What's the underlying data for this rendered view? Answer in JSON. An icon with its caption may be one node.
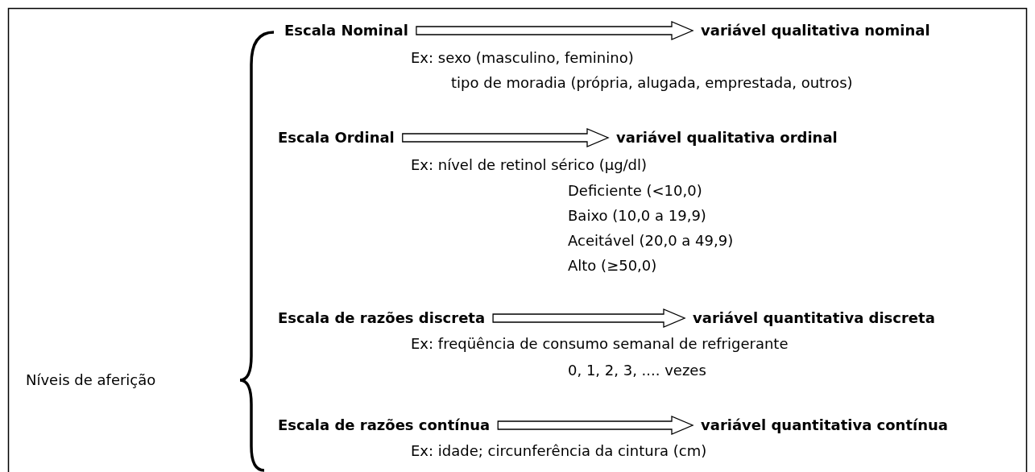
{
  "diagram": {
    "nodes": [
      {
        "text": [
          "Níveis de aferição"
        ]
      },
      {
        "text": [
          "Escala Nominal"
        ]
      },
      {
        "text": [
          "variável qualitativa nominal"
        ]
      },
      {
        "text": [
          "Escala Ordinal"
        ]
      },
      {
        "text": [
          "variável qualitativa ordinal"
        ]
      },
      {
        "text": [
          "Escala de razões discreta"
        ]
      },
      {
        "text": [
          "variável quantitativa discreta"
        ]
      },
      {
        "text": [
          "Escala de razões contínua"
        ]
      },
      {
        "text": [
          "variável quantitativa contínua"
        ]
      }
    ],
    "edges": [
      {
        "from": 1,
        "to": 2,
        "arrow": "to"
      },
      {
        "from": 3,
        "to": 4,
        "arrow": "to"
      },
      {
        "from": 5,
        "to": 6,
        "arrow": "to"
      },
      {
        "from": 7,
        "to": 8,
        "arrow": "to"
      }
    ],
    "labels": [
      "Ex: sexo (masculino, feminino)",
      "tipo de moradia (própria, alugada, emprestada, outros)",
      "Ex: nível de retinol sérico (μg/dl)",
      "Deficiente (<10,0)",
      "Baixo (10,0 a 19,9)",
      "Aceitável (20,0 a 49,9)",
      "Alto (≥50,0)",
      "Ex: freqüência de consumo semanal de refrigerante",
      "0, 1, 2, 3, .... vezes",
      "Ex: idade; circunferência da cintura (cm)"
    ]
  }
}
